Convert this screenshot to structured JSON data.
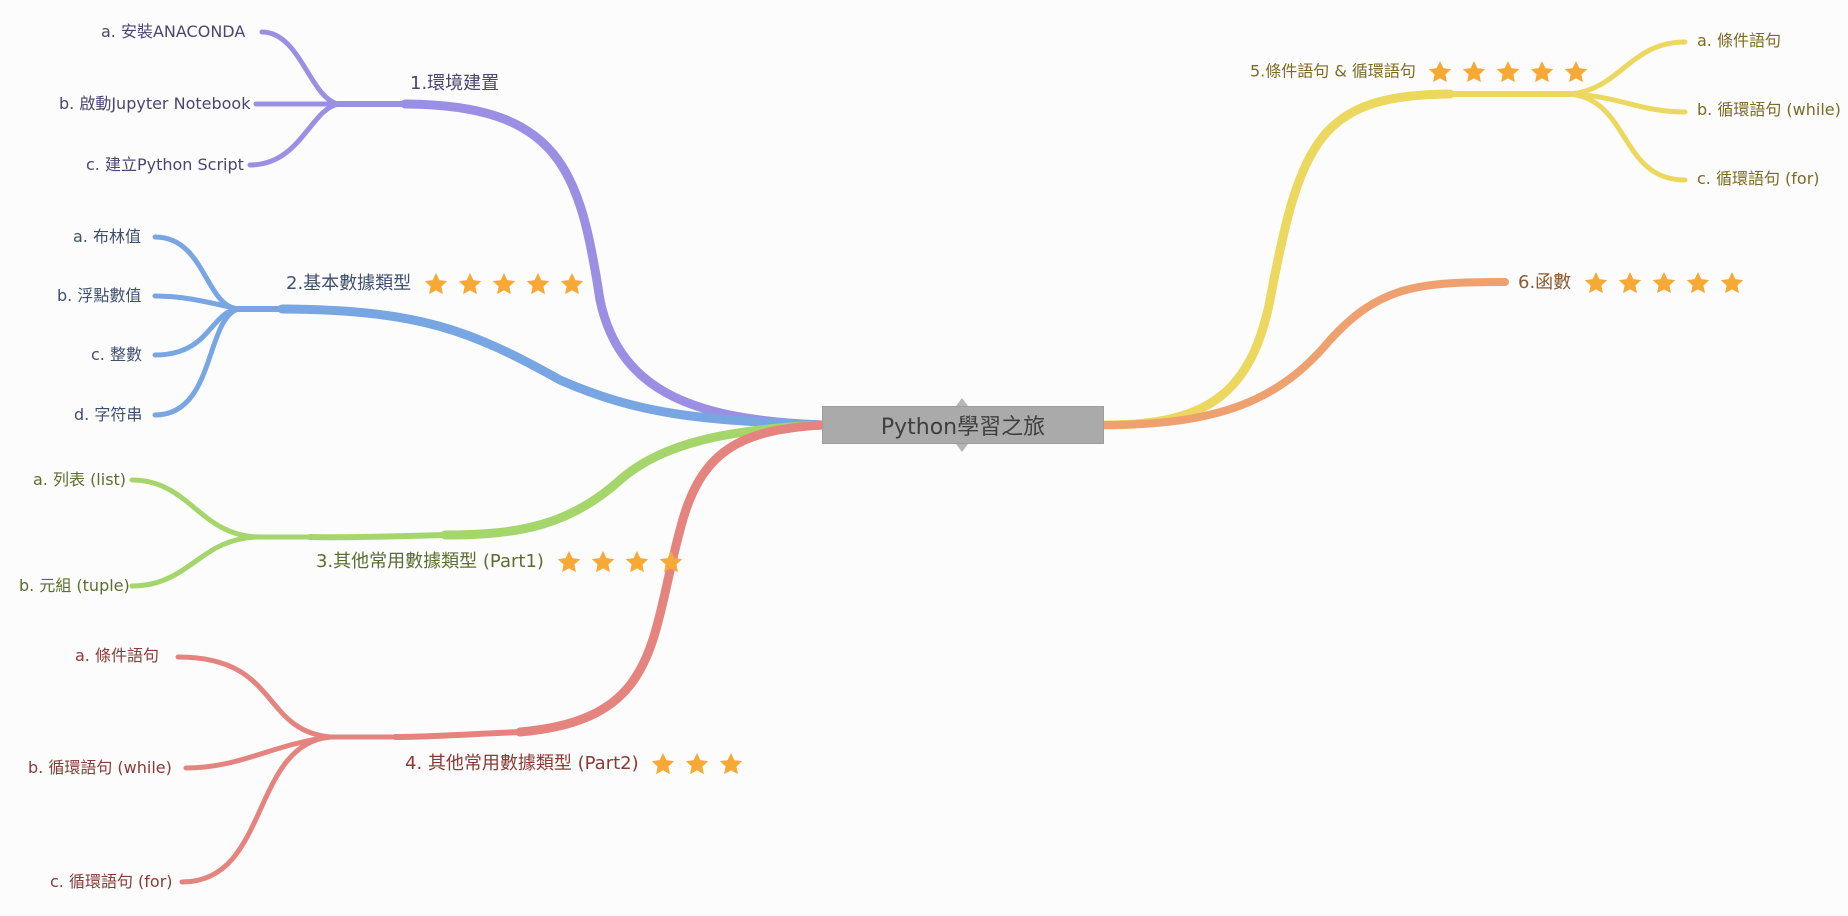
{
  "central": {
    "label": "Python學習之旅"
  },
  "colors": {
    "purple": "#9b8fe3",
    "blue": "#78a6e3",
    "green": "#a5d66c",
    "red": "#e5837f",
    "yellow": "#ecd85e",
    "orange": "#efa06f",
    "star": "#f7a935",
    "central_bg": "#aaaaaa"
  },
  "branches": [
    {
      "id": "env",
      "label": "1.環境建置",
      "stars": 0,
      "children": [
        "a. 安裝ANACONDA",
        "b. 啟動Jupyter Notebook",
        "c. 建立Python Script"
      ]
    },
    {
      "id": "basic",
      "label": "2.基本數據類型",
      "stars": 5,
      "children": [
        "a. 布林值",
        "b. 浮點數值",
        "c. 整數",
        "d. 字符串"
      ]
    },
    {
      "id": "other1",
      "label": "3.其他常用數據類型 (Part1)",
      "stars": 4,
      "children": [
        "a. 列表 (list)",
        "b. 元組 (tuple)"
      ]
    },
    {
      "id": "other2",
      "label": "4. 其他常用數據類型 (Part2)",
      "stars": 3,
      "children": [
        "a. 條件語句",
        "b. 循環語句 (while)",
        "c. 循環語句 (for)"
      ]
    },
    {
      "id": "cond",
      "label": "5.條件語句 & 循環語句",
      "stars": 5,
      "children": [
        "a. 條件語句",
        "b. 循環語句 (while)",
        "c. 循環語句 (for)"
      ]
    },
    {
      "id": "func",
      "label": "6.函數",
      "stars": 5,
      "children": []
    }
  ]
}
